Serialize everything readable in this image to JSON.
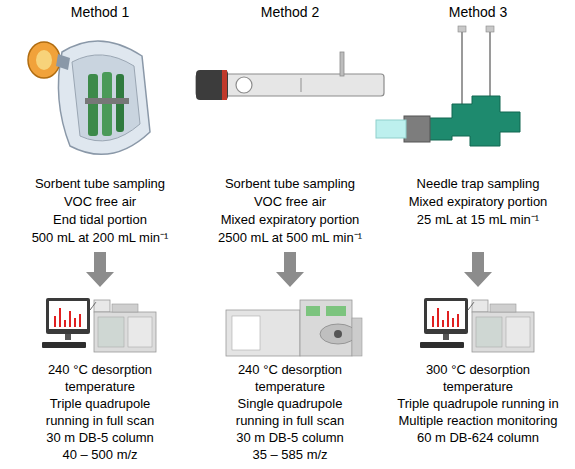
{
  "diagram": {
    "labels": [
      "Method 1",
      "Method 2",
      "Method 3",
      "Sorbent tube sampling",
      "VOC free air",
      "End tidal portion",
      "500 mL at 200 mL min⁻¹",
      "Sorbent tube sampling",
      "VOC free air",
      "Mixed expiratory portion",
      "2500 mL at 500 mL min⁻¹",
      "Needle trap sampling",
      "Mixed expiratory portion",
      "25 mL at 15 mL min⁻¹",
      "240 °C desorption",
      "temperature",
      "Triple quadrupole",
      "running in full scan",
      "30 m DB-5 column",
      "40 – 500 m/z",
      "240 °C desorption",
      "temperature",
      "Single quadrupole",
      "running in full scan",
      "30 m DB-5 column",
      "35 – 585 m/z",
      "300 °C desorption",
      "temperature",
      "Triple quadrupole running in",
      "Multiple reaction monitoring",
      "60 m DB-624 column"
    ]
  }
}
